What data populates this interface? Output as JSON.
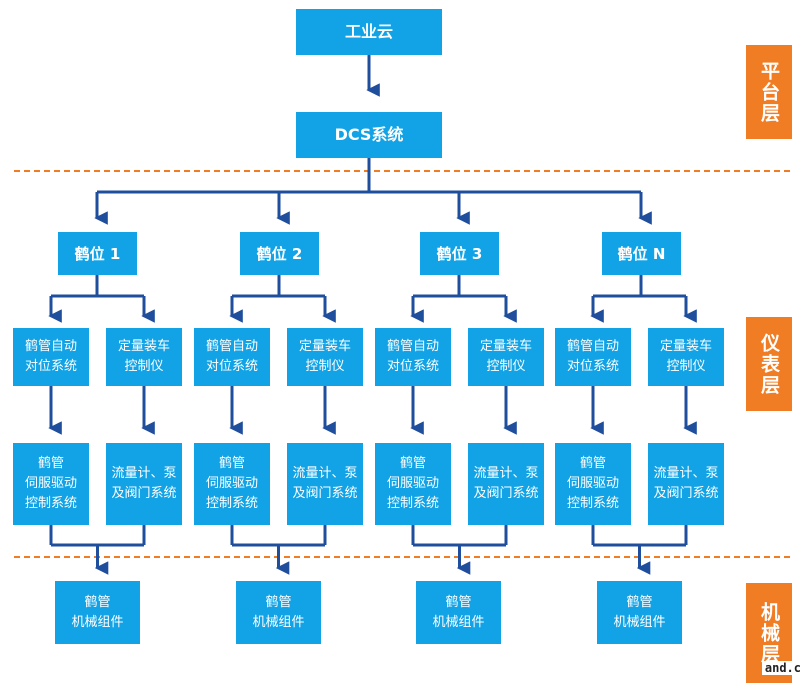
{
  "top": {
    "cloud": "工业云",
    "dcs": "DCS系统"
  },
  "layers": {
    "platform": "平台层",
    "instrument": "仪表层",
    "mechanical": "机械层"
  },
  "positions": [
    {
      "label": "鹤位 1",
      "auto_align": "鹤管自动\n对位系统",
      "loading": "定量装车\n控制仪",
      "servo": "鹤管\n伺服驱动\n控制系统",
      "flow": "流量计、泵\n及阀门系统",
      "mech": "鹤管\n机械组件"
    },
    {
      "label": "鹤位 2",
      "auto_align": "鹤管自动\n对位系统",
      "loading": "定量装车\n控制仪",
      "servo": "鹤管\n伺服驱动\n控制系统",
      "flow": "流量计、泵\n及阀门系统",
      "mech": "鹤管\n机械组件"
    },
    {
      "label": "鹤位 3",
      "auto_align": "鹤管自动\n对位系统",
      "loading": "定量装车\n控制仪",
      "servo": "鹤管\n伺服驱动\n控制系统",
      "flow": "流量计、泵\n及阀门系统",
      "mech": "鹤管\n机械组件"
    },
    {
      "label": "鹤位 N",
      "auto_align": "鹤管自动\n对位系统",
      "loading": "定量装车\n控制仪",
      "servo": "鹤管\n伺服驱动\n控制系统",
      "flow": "流量计、泵\n及阀门系统",
      "mech": "鹤管\n机械组件"
    }
  ],
  "watermark": "and.c",
  "colors": {
    "box": "#11a3e6",
    "line": "#1f4e9c",
    "layer": "#f07c23",
    "divider": "#f07c23"
  }
}
